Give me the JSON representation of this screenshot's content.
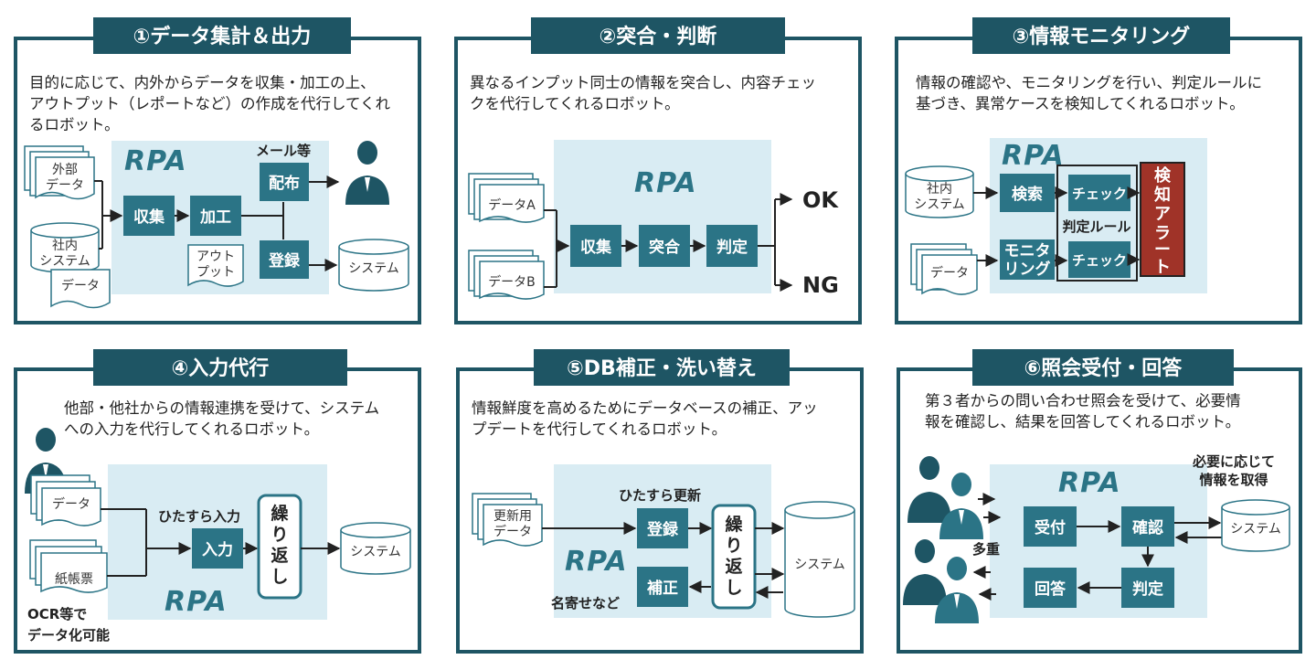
{
  "colors": {
    "frame": "#1e5564",
    "box": "#2b7486",
    "rpa_bg": "#d9ecf3",
    "alert": "#a03328",
    "doc_fill": "#ffffff",
    "doc_stroke": "#2b7486"
  },
  "panels": [
    {
      "title": "①データ集計＆出力",
      "desc": [
        "目的に応じて、内外からデータを収集・加工の上、",
        "アウトプット（レポートなど）の作成を代行してくれ",
        "るロボット。"
      ],
      "rpa": "RPA",
      "doc_external": [
        "外部",
        "データ"
      ],
      "db_internal": [
        "社内",
        "システム"
      ],
      "doc_data": "データ",
      "box_collect": "収集",
      "box_process": "加工",
      "doc_output": [
        "アウト",
        "プット"
      ],
      "label_mail": "メール等",
      "box_distribute": "配布",
      "box_register": "登録",
      "db_system": "システム",
      "person_icon": "person-icon"
    },
    {
      "title": "②突合・判断",
      "desc": [
        "異なるインプット同士の情報を突合し、内容チェッ",
        "クを代行してくれるロボット。"
      ],
      "rpa": "RPA",
      "doc_a": "データA",
      "doc_b": "データB",
      "box_collect": "収集",
      "box_match": "突合",
      "box_judge": "判定",
      "ok": "OK",
      "ng": "NG"
    },
    {
      "title": "③情報モニタリング",
      "desc": [
        "情報の確認や、モニタリングを行い、判定ルールに",
        "基づき、異常ケースを検知してくれるロボット。"
      ],
      "rpa": "RPA",
      "db_internal": [
        "社内",
        "システム"
      ],
      "doc_data": "データ",
      "box_search": "検索",
      "box_monitor": [
        "モニタ",
        "リング"
      ],
      "box_check": "チェック",
      "label_rule": "判定ルール",
      "alert": [
        "検",
        "知",
        "ア",
        "ラ",
        "ー",
        "ト"
      ]
    },
    {
      "title": "④入力代行",
      "desc": [
        "他部・他社からの情報連携を受けて、システム",
        "への入力を代行してくれるロボット。"
      ],
      "rpa": "RPA",
      "doc_data": "データ",
      "doc_paper": "紙帳票",
      "label_ocr": [
        "OCR等で",
        "データ化可能"
      ],
      "label_repeat_input": "ひたすら入力",
      "box_input": "入力",
      "loop": [
        "繰",
        "り",
        "返",
        "し"
      ],
      "db_system": "システム"
    },
    {
      "title": "⑤DB補正・洗い替え",
      "desc": [
        "情報鮮度を高めるためにデータベースの補正、アッ",
        "プデートを代行してくれるロボット。"
      ],
      "rpa": "RPA",
      "doc_update": [
        "更新用",
        "データ"
      ],
      "label_repeat_update": "ひたすら更新",
      "box_register": "登録",
      "box_correct": "補正",
      "label_name_merge": "名寄せなど",
      "loop": [
        "繰",
        "り",
        "返",
        "し"
      ],
      "db_system": "システム"
    },
    {
      "title": "⑥照会受付・回答",
      "desc": [
        "第３者からの問い合わせ照会を受けて、必要情",
        "報を確認し、結果を回答してくれるロボット。"
      ],
      "rpa": "RPA",
      "label_multi": "多重",
      "label_acquire": [
        "必要に応じて",
        "情報を取得"
      ],
      "box_receive": "受付",
      "box_confirm": "確認",
      "box_judge": "判定",
      "box_answer": "回答",
      "db_system": "システム"
    }
  ]
}
